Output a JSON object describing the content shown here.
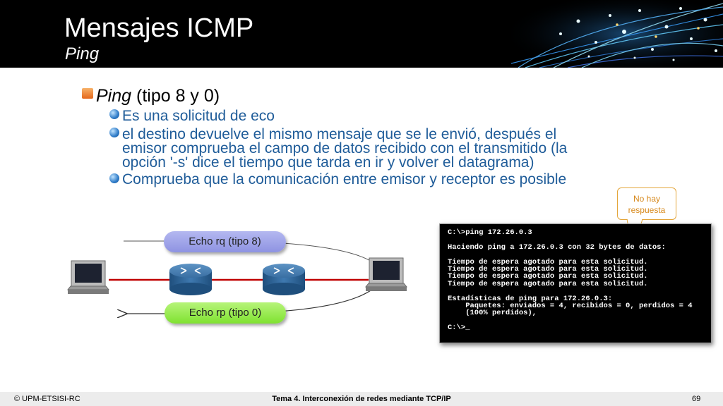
{
  "header": {
    "title": "Mensajes ICMP",
    "subtitle": "Ping"
  },
  "content": {
    "l1_italic": "Ping",
    "l1_rest": " (tipo 8 y 0)",
    "bullets": [
      [
        "Es una solicitud de eco"
      ],
      [
        "el destino devuelve el mismo mensaje que se le envió, después el",
        "emisor comprueba el campo de datos recibido con el transmitido (la",
        "opción '-s' dice el tiempo que tarda en ir y volver el datagrama)"
      ],
      [
        "Comprueba que la comunicación entre emisor y receptor es posible"
      ]
    ]
  },
  "callout": {
    "line1": "No hay",
    "line2": "respuesta"
  },
  "diagram": {
    "request_label": "Echo rq (tipo 8)",
    "reply_label": "Echo rp (tipo 0)"
  },
  "terminal": {
    "lines": [
      "C:\\>ping 172.26.0.3",
      "",
      "Haciendo ping a 172.26.0.3 con 32 bytes de datos:",
      "",
      "Tiempo de espera agotado para esta solicitud.",
      "Tiempo de espera agotado para esta solicitud.",
      "Tiempo de espera agotado para esta solicitud.",
      "Tiempo de espera agotado para esta solicitud.",
      "",
      "Estadísticas de ping para 172.26.0.3:",
      "    Paquetes: enviados = 4, recibidos = 0, perdidos = 4",
      "    (100% perdidos),",
      "",
      "C:\\>_"
    ]
  },
  "footer": {
    "left": "© UPM-ETSISI-RC",
    "center": "Tema 4. Interconexión de redes mediante TCP/IP",
    "page": "69"
  },
  "colors": {
    "header_bg": "#000000",
    "body_text_blue": "#1f5c99",
    "callout_orange": "#e4a63a",
    "link_red": "#c00000"
  }
}
